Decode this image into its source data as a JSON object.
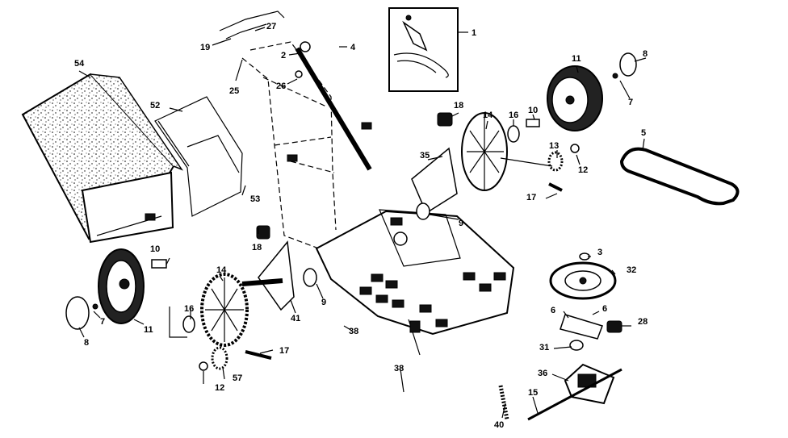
{
  "diagram": {
    "callouts": [
      {
        "id": "c1",
        "text": "1"
      },
      {
        "id": "c2",
        "text": "2"
      },
      {
        "id": "c3",
        "text": "3"
      },
      {
        "id": "c4",
        "text": "4"
      },
      {
        "id": "c5",
        "text": "5"
      },
      {
        "id": "c6a",
        "text": "6"
      },
      {
        "id": "c6b",
        "text": "6"
      },
      {
        "id": "c7a",
        "text": "7"
      },
      {
        "id": "c7b",
        "text": "7"
      },
      {
        "id": "c8a",
        "text": "8"
      },
      {
        "id": "c8b",
        "text": "8"
      },
      {
        "id": "c9a",
        "text": "9"
      },
      {
        "id": "c9b",
        "text": "9"
      },
      {
        "id": "c10a",
        "text": "10"
      },
      {
        "id": "c10b",
        "text": "10"
      },
      {
        "id": "c11a",
        "text": "11"
      },
      {
        "id": "c11b",
        "text": "11"
      },
      {
        "id": "c12a",
        "text": "12"
      },
      {
        "id": "c12b",
        "text": "12"
      },
      {
        "id": "c13",
        "text": "13"
      },
      {
        "id": "c14a",
        "text": "14"
      },
      {
        "id": "c14b",
        "text": "14"
      },
      {
        "id": "c15",
        "text": "15"
      },
      {
        "id": "c16a",
        "text": "16"
      },
      {
        "id": "c16b",
        "text": "16"
      },
      {
        "id": "c17a",
        "text": "17"
      },
      {
        "id": "c17b",
        "text": "17"
      },
      {
        "id": "c18a",
        "text": "18"
      },
      {
        "id": "c18b",
        "text": "18"
      },
      {
        "id": "c19",
        "text": "19"
      },
      {
        "id": "c25",
        "text": "25"
      },
      {
        "id": "c26",
        "text": "26"
      },
      {
        "id": "c27",
        "text": "27"
      },
      {
        "id": "c28",
        "text": "28"
      },
      {
        "id": "c31",
        "text": "31"
      },
      {
        "id": "c32",
        "text": "32"
      },
      {
        "id": "c35",
        "text": "35"
      },
      {
        "id": "c36",
        "text": "36"
      },
      {
        "id": "c38a",
        "text": "38"
      },
      {
        "id": "c38b",
        "text": "38"
      },
      {
        "id": "c40",
        "text": "40"
      },
      {
        "id": "c41",
        "text": "41"
      },
      {
        "id": "c52",
        "text": "52"
      },
      {
        "id": "c53",
        "text": "53"
      },
      {
        "id": "c54",
        "text": "54"
      },
      {
        "id": "c57",
        "text": "57"
      }
    ]
  }
}
